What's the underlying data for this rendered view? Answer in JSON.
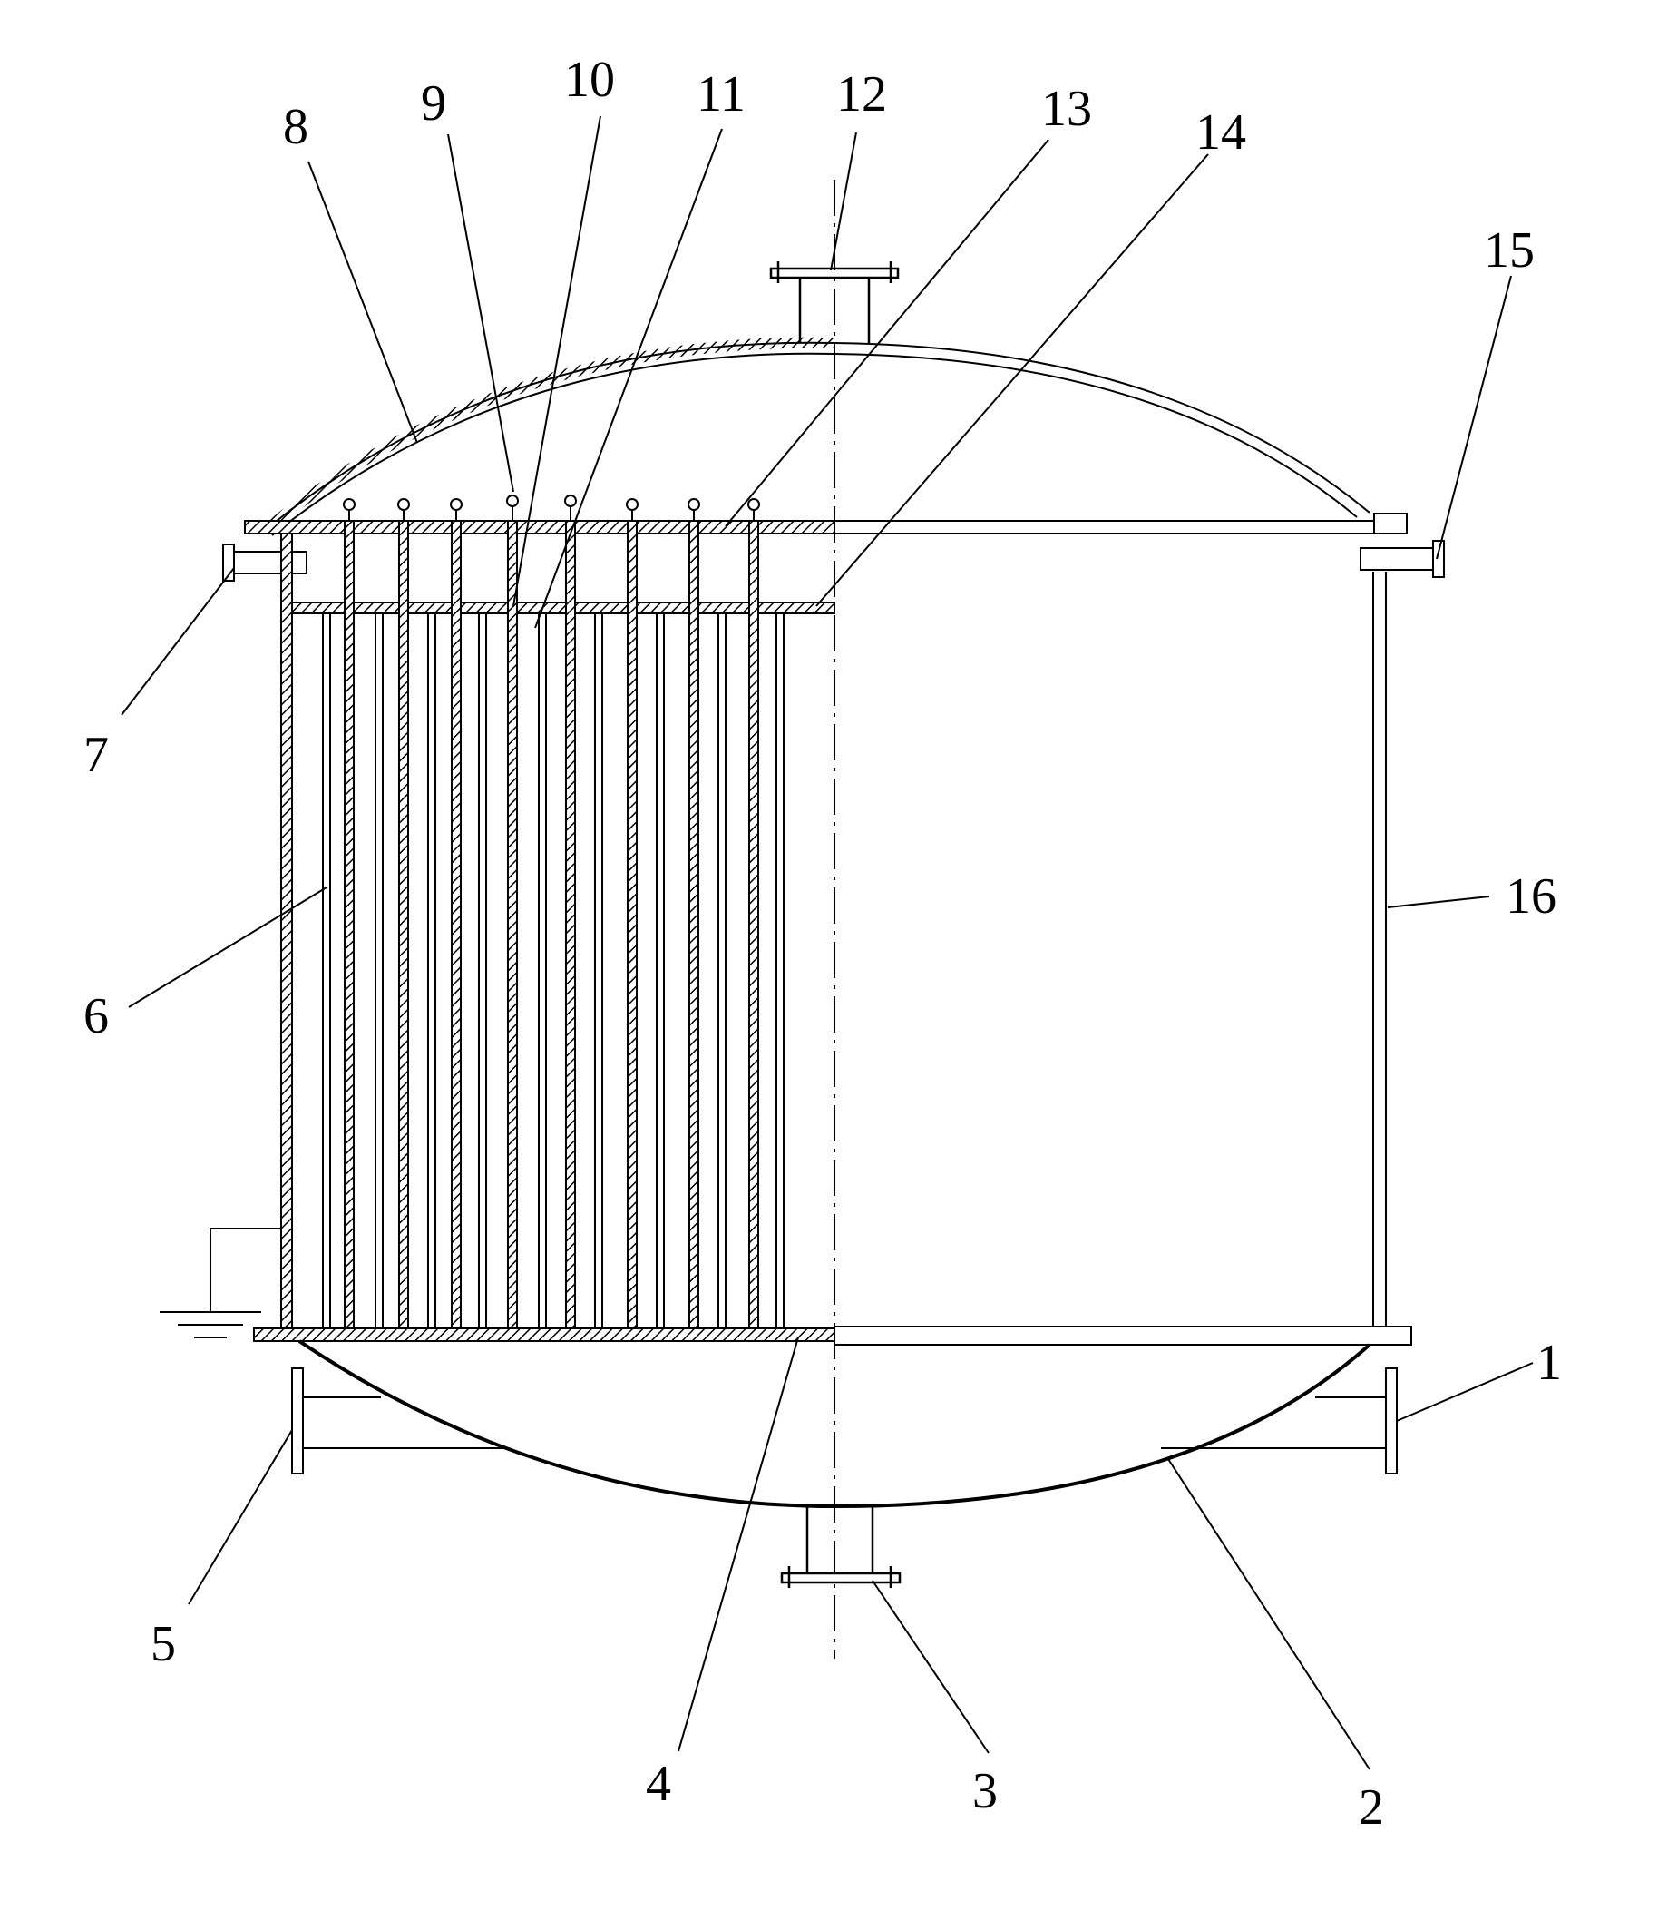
{
  "figure": {
    "labels": [
      "1",
      "2",
      "3",
      "4",
      "5",
      "6",
      "7",
      "8",
      "9",
      "10",
      "11",
      "12",
      "13",
      "14",
      "15",
      "16"
    ]
  },
  "colors": {
    "ink": "#000000",
    "hatch": "#000000",
    "paper": "#ffffff"
  }
}
